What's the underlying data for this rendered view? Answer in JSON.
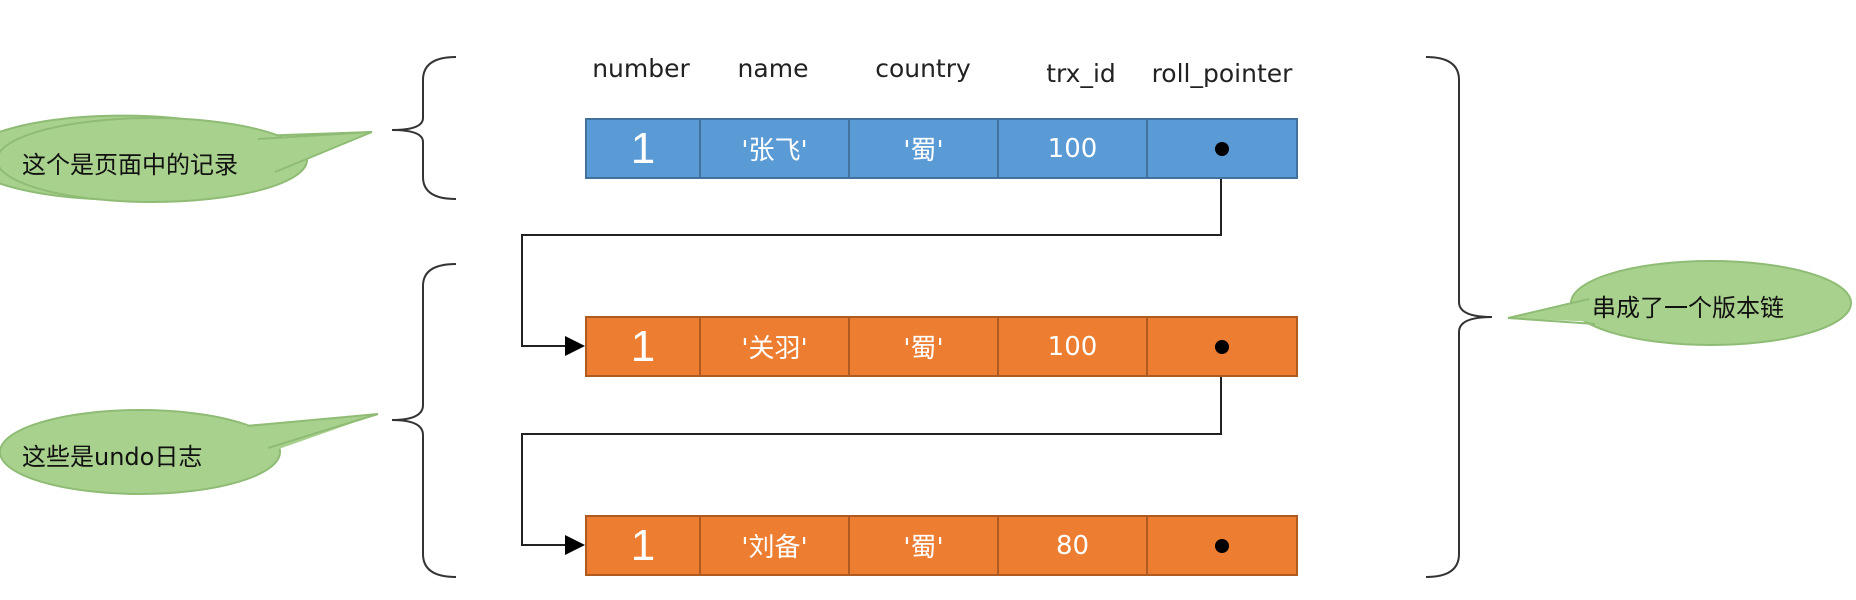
{
  "columns": [
    "number",
    "name",
    "country",
    "trx_id",
    "roll_pointer"
  ],
  "records": [
    {
      "number": "1",
      "name": "'张飞'",
      "country": "'蜀'",
      "trx_id": "100",
      "pointer": "dot-icon"
    },
    {
      "number": "1",
      "name": "'关羽'",
      "country": "'蜀'",
      "trx_id": "100",
      "pointer": "dot-icon"
    },
    {
      "number": "1",
      "name": "'刘备'",
      "country": "'蜀'",
      "trx_id": "80",
      "pointer": "dot-icon"
    }
  ],
  "callouts": {
    "page_record": "这个是页面中的记录",
    "undo_log": "这些是undo日志",
    "version_chain": "串成了一个版本链"
  },
  "colors": {
    "page_fill": "#5b9bd5",
    "page_border": "#41719c",
    "undo_fill": "#ed7d31",
    "undo_border": "#ae5a21",
    "bubble_fill": "#a9d18e",
    "bubble_border": "#8fbc75"
  }
}
